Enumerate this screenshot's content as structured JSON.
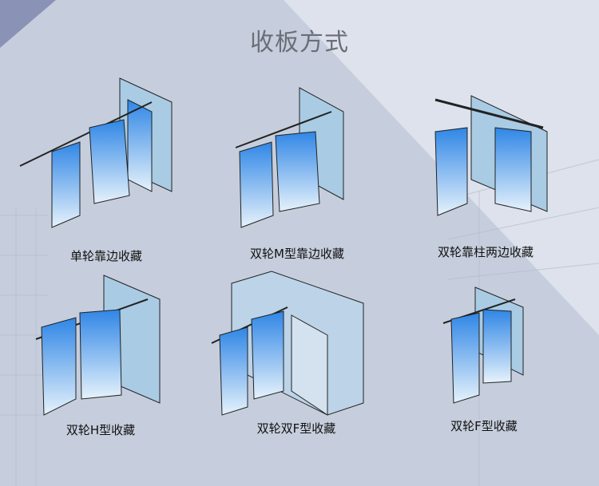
{
  "title": "收板方式",
  "methods": [
    {
      "label": "单轮靠边收藏"
    },
    {
      "label": "双轮M型靠边收藏"
    },
    {
      "label": "双轮靠柱两边收藏"
    },
    {
      "label": "双轮H型收藏"
    },
    {
      "label": "双轮双F型收藏"
    },
    {
      "label": "双轮F型收藏"
    }
  ],
  "colors": {
    "bg_left": "#c6cedd",
    "bg_right": "#dde2ec",
    "corner": "#8a93b6",
    "panel_top": "#2f86e6",
    "panel_bottom": "#e6f2fb"
  }
}
